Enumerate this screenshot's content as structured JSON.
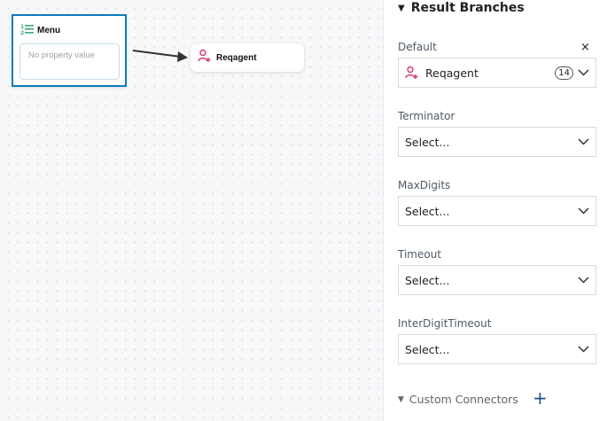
{
  "canvas": {
    "menu_node": {
      "title": "Menu",
      "property_placeholder": "No property value",
      "border_color": "#0d7bbf",
      "icon": "numbered-list-icon"
    },
    "agent_node": {
      "title": "Reqagent",
      "icon": "user-add-icon",
      "icon_color": "#e0336b"
    }
  },
  "panel": {
    "section_title": "Result Branches",
    "fields": [
      {
        "label": "Default",
        "value": "Reqagent",
        "badge": "14",
        "icon": "user-add-icon",
        "clearable": true
      },
      {
        "label": "Terminator",
        "value": "Select..."
      },
      {
        "label": "MaxDigits",
        "value": "Select..."
      },
      {
        "label": "Timeout",
        "value": "Select..."
      },
      {
        "label": "InterDigitTimeout",
        "value": "Select..."
      }
    ],
    "clear_symbol": "×",
    "custom_connectors": {
      "label": "Custom Connectors",
      "add_symbol": "+"
    }
  }
}
